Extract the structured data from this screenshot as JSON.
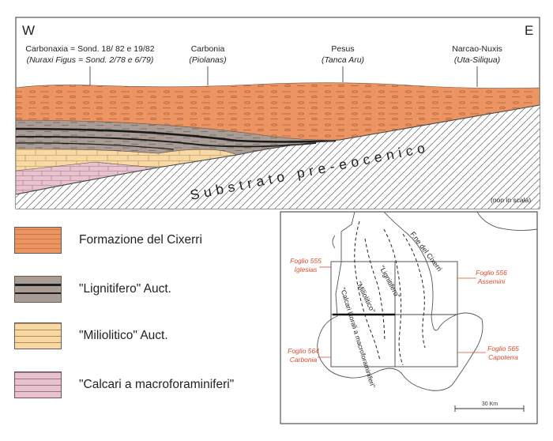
{
  "section": {
    "west_label": "W",
    "east_label": "E",
    "localities": [
      {
        "name": "Carbonaxia = Sond. 18/ 82 e 19/82",
        "sub": "(Nuraxi Figus = Sond. 2/78 e 6/79)"
      },
      {
        "name": "Carbonia",
        "sub": "(Piolanas)"
      },
      {
        "name": "Pesus",
        "sub": "(Tanca Aru)"
      },
      {
        "name": "Narcao-Nuxis",
        "sub": "(Uta-Siliqua)"
      }
    ],
    "substrate_label": "Substrato pre-eocenico",
    "scale_note": "(non in scala)"
  },
  "legend": [
    {
      "label": "Formazione del Cixerri",
      "color": "#ec9562"
    },
    {
      "label": "\"Lignitifero\" Auct.",
      "color": "#a89c95"
    },
    {
      "label": "\"Miliolitico\" Auct.",
      "color": "#f8d9a3"
    },
    {
      "label": "\"Calcari a macroforaminiferi\"",
      "color": "#e8c3cf"
    }
  ],
  "map": {
    "sheets": [
      {
        "name": "Foglio 555",
        "place": "Iglesias"
      },
      {
        "name": "Foglio 556",
        "place": "Assemini"
      },
      {
        "name": "Foglio 564",
        "place": "Carbonia"
      },
      {
        "name": "Foglio 565",
        "place": "Capoterra"
      }
    ],
    "unit_labels": [
      "F.ne del Cixerri",
      "\"Lignitifero\"",
      "\"Miliolitico\"",
      "\"Calcari litorali a macroforaminiferi\""
    ],
    "scale_label": "30 Km",
    "accent_color": "#e04a2a"
  }
}
